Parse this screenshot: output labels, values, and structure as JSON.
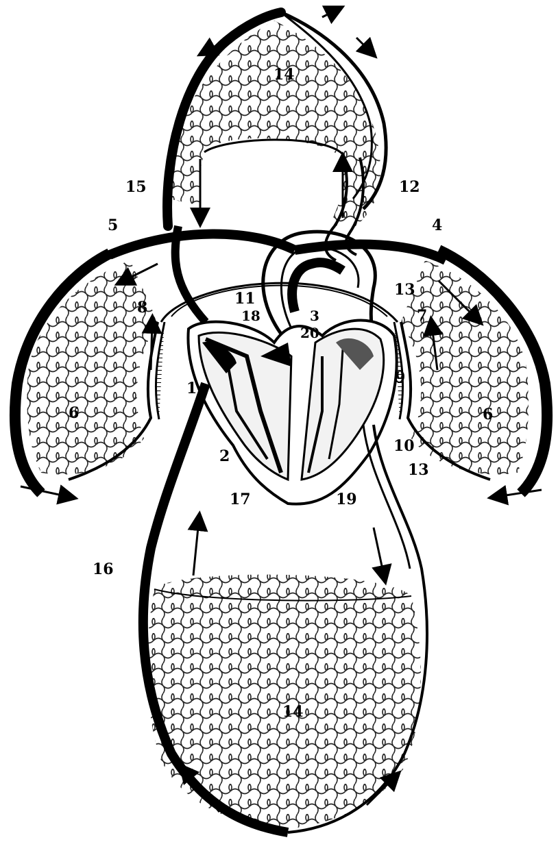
{
  "diagram": {
    "colors": {
      "ink": "#000000",
      "paper": "#ffffff",
      "tissue": "#f2f2f2"
    },
    "labels": {
      "l1": "1",
      "l2": "2",
      "l3": "3",
      "l4": "4",
      "l5": "5",
      "l6_left": "6",
      "l6_right": "6",
      "l7": "7",
      "l8": "8",
      "l9": "9",
      "l10": "10",
      "l11_top": "11",
      "l12": "12",
      "l13_upper": "13",
      "l13_lower": "13",
      "l14_top": "14",
      "l14_bottom": "14",
      "l15": "15",
      "l16": "16",
      "l17": "17",
      "l18": "18",
      "l19": "19",
      "l20": "20"
    }
  }
}
